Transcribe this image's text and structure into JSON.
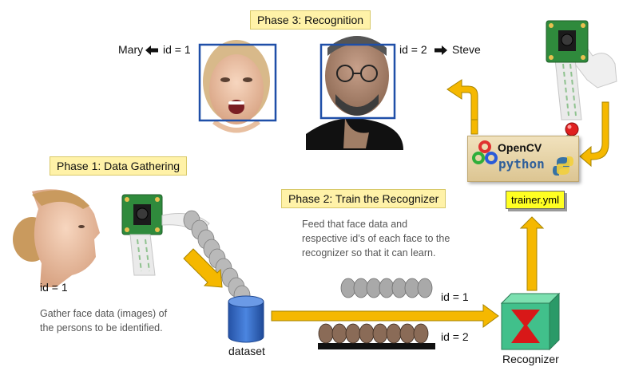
{
  "phases": {
    "recognition": "Phase 3: Recognition",
    "gathering": "Phase 1: Data Gathering",
    "train": "Phase 2: Train the Recognizer"
  },
  "recognition": {
    "mary_label": "Mary",
    "mary_id": "id = 1",
    "steve_id": "id = 2",
    "steve_label": "Steve"
  },
  "gathering": {
    "person_id": "id = 1",
    "description_line1": "Gather face data (images) of",
    "description_line2": "the persons to be identified."
  },
  "training": {
    "description_line1": "Feed that face data and",
    "description_line2": "respective id’s of each face to the",
    "description_line3": "recognizer so that it can learn.",
    "row1_id": "id = 1",
    "row2_id": "id = 2"
  },
  "dataset_label": "dataset",
  "recognizer_label": "Recognizer",
  "trainer_file": "trainer.yml",
  "opencv": {
    "top": "OpenCV",
    "bottom": "python"
  },
  "colors": {
    "arrow_fill": "#f5b800",
    "arrow_stroke": "#a88400",
    "face_box": "#1f4fa8",
    "dataset_blue": "#2f68c8",
    "recognizer_green": "#41c08b",
    "recognizer_red": "#d81818",
    "camera_green": "#2f8a3c",
    "phase_label_bg": "#fff2a8",
    "file_bg": "#ffff22"
  },
  "icons": [
    "arrow-left-icon",
    "arrow-right-icon",
    "camera-module-icon",
    "database-icon",
    "recognizer-cube-icon",
    "opencv-logo-icon",
    "python-logo-icon",
    "pushpin-icon"
  ]
}
